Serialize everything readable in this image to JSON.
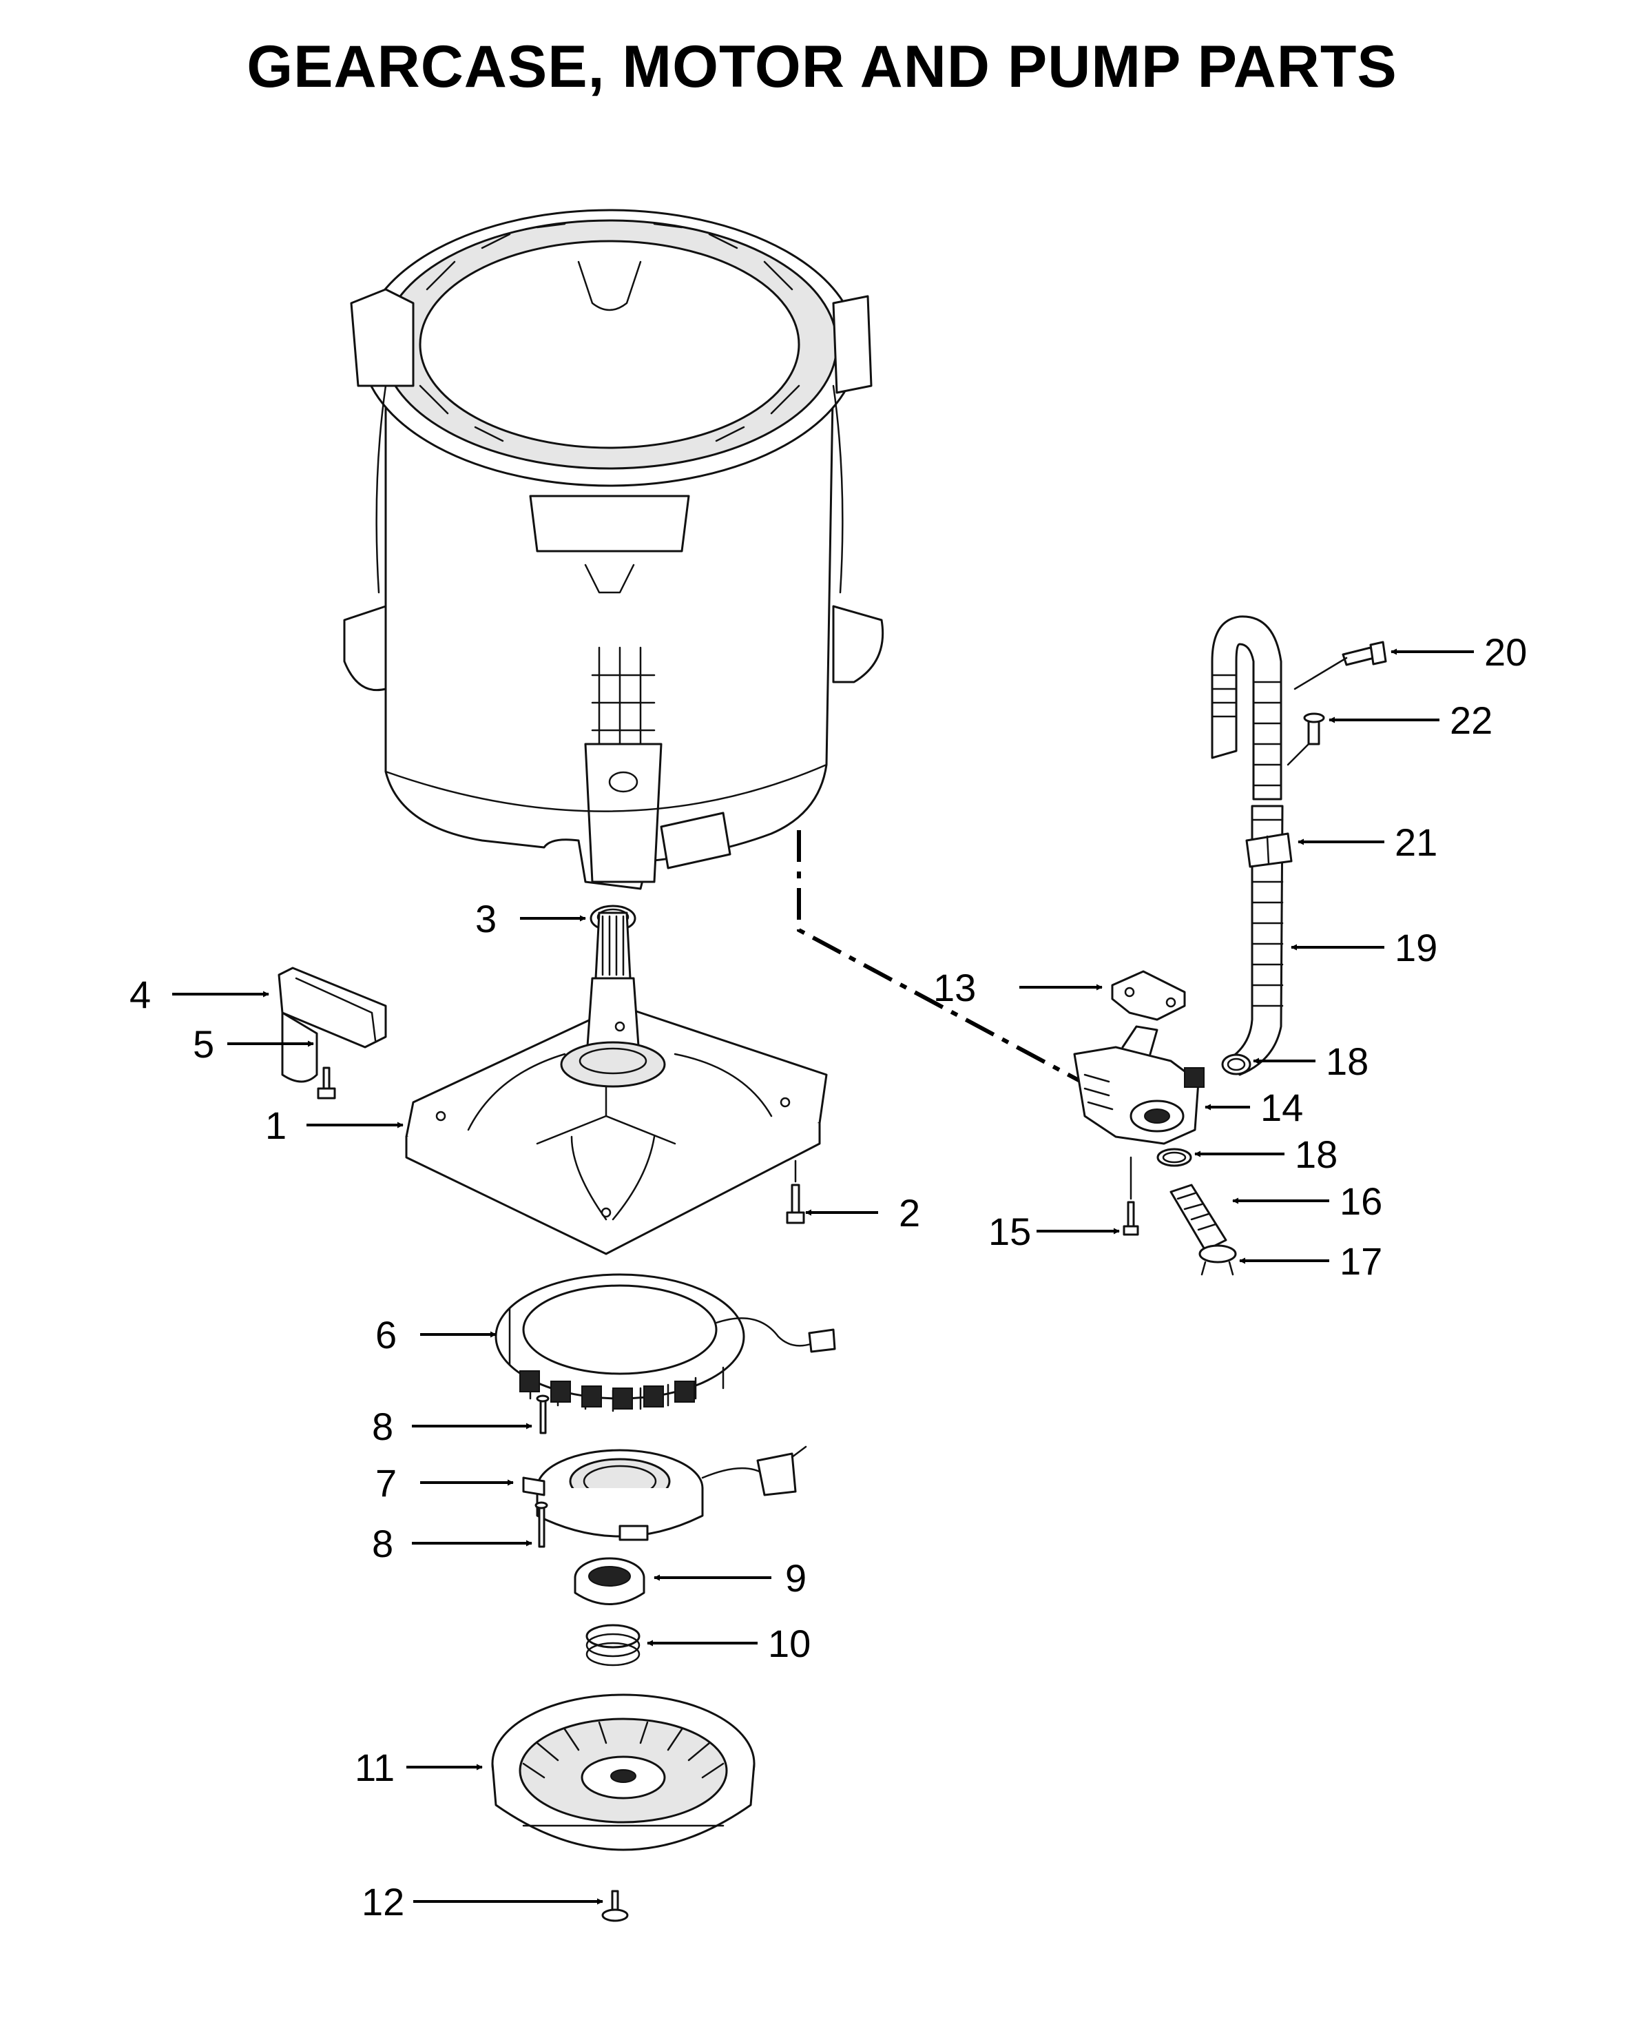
{
  "title": "GEARCASE, MOTOR AND PUMP PARTS",
  "callouts": [
    {
      "id": "c1",
      "label": "1"
    },
    {
      "id": "c2",
      "label": "2"
    },
    {
      "id": "c3",
      "label": "3"
    },
    {
      "id": "c4",
      "label": "4"
    },
    {
      "id": "c5",
      "label": "5"
    },
    {
      "id": "c6",
      "label": "6"
    },
    {
      "id": "c7",
      "label": "7"
    },
    {
      "id": "c8a",
      "label": "8"
    },
    {
      "id": "c8b",
      "label": "8"
    },
    {
      "id": "c9",
      "label": "9"
    },
    {
      "id": "c10",
      "label": "10"
    },
    {
      "id": "c11",
      "label": "11"
    },
    {
      "id": "c12",
      "label": "12"
    },
    {
      "id": "c13",
      "label": "13"
    },
    {
      "id": "c14",
      "label": "14"
    },
    {
      "id": "c15",
      "label": "15"
    },
    {
      "id": "c16",
      "label": "16"
    },
    {
      "id": "c17",
      "label": "17"
    },
    {
      "id": "c18a",
      "label": "18"
    },
    {
      "id": "c18b",
      "label": "18"
    },
    {
      "id": "c19",
      "label": "19"
    },
    {
      "id": "c20",
      "label": "20"
    },
    {
      "id": "c21",
      "label": "21"
    },
    {
      "id": "c22",
      "label": "22"
    }
  ]
}
